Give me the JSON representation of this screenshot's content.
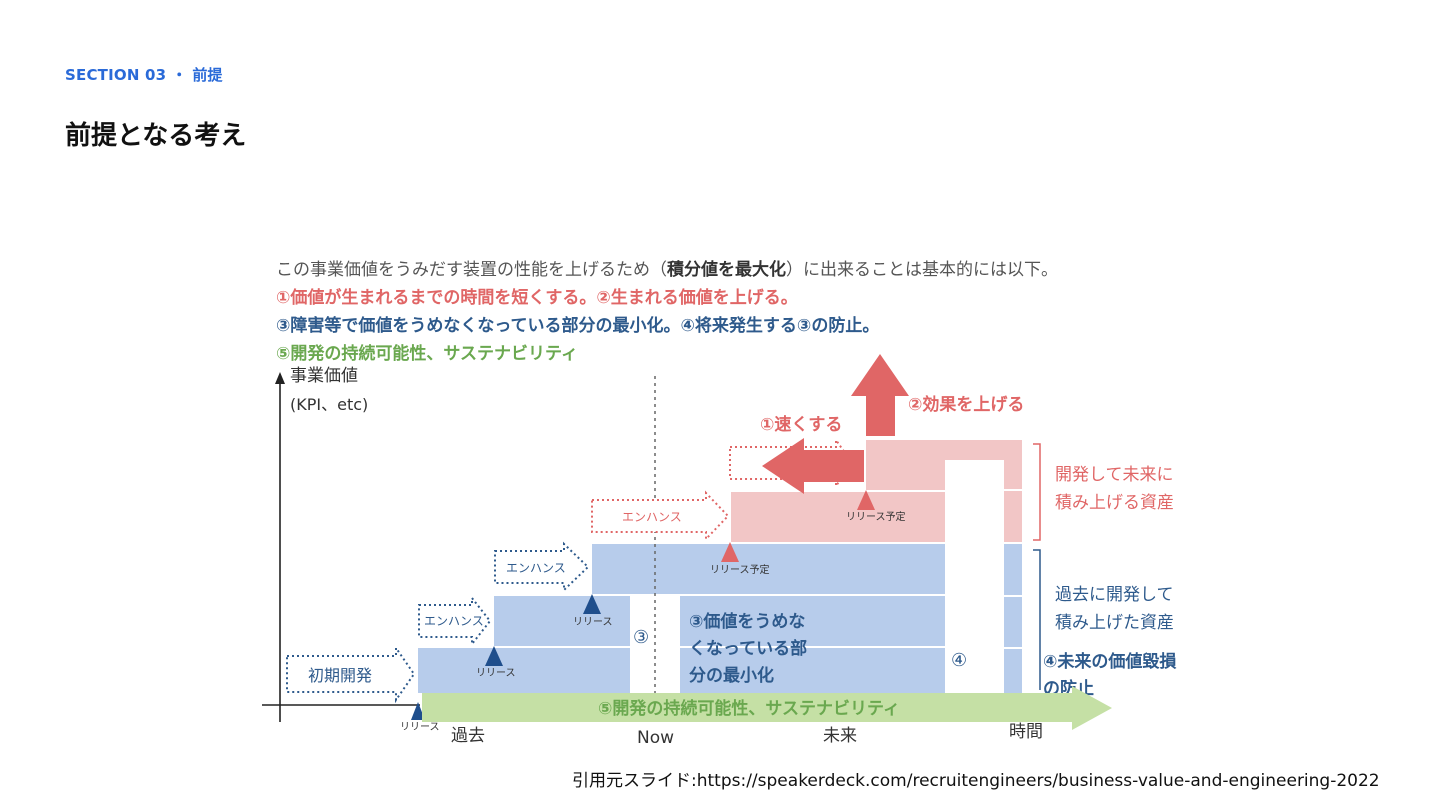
{
  "header": {
    "section_label": "SECTION 03 ・ 前提",
    "title": "前提となる考え"
  },
  "intro": {
    "line1_before": "この事業価値をうみだす装置の性能を上げるため（",
    "line1_bold": "積分値を最大化",
    "line1_after": "）に出来ることは基本的には以下。",
    "line2": "①価値が生まれるまでの時間を短くする。②生まれる価値を上げる。",
    "line3": "③障害等で価値をうめなくなっている部分の最小化。④将来発生する③の防止。",
    "line4": "⑤開発の持続可能性、サステナビリティ"
  },
  "diagram": {
    "y_axis_label": "事業価値",
    "y_axis_sublabel": "(KPI、etc)",
    "x_ticks": [
      "過去",
      "Now",
      "未来",
      "時間"
    ],
    "initial_dev": "初期開発",
    "enhance": "エンハンス",
    "release": "リリース",
    "release_planned": "リリース予定",
    "speed_up": "①速くする",
    "raise_effect": "②効果を上げる",
    "marker3": "③",
    "marker4": "④",
    "minimize_line1": "③価値をうめな",
    "minimize_line2": "くなっている部",
    "minimize_line3": "分の最小化",
    "future_assets_line1": "開発して未来に",
    "future_assets_line2": "積み上げる資産",
    "past_assets_line1": "過去に開発して",
    "past_assets_line2": "積み上げた資産",
    "prevent_line1": "④未来の価値毀損",
    "prevent_line2": "の防止",
    "sustainability": "⑤開発の持続可能性、サステナビリティ"
  },
  "citation": "引用元スライド:https://speakerdeck.com/recruitengineers/business-value-and-engineering-2022",
  "colors": {
    "accent_blue": "#2a6ad8",
    "value_red": "#e06666",
    "value_navy": "#2e5a8c",
    "value_green": "#6aa84f",
    "block_blue": "#b7cceb",
    "block_pink": "#f2c6c6",
    "bar_green": "#c5e0a5"
  }
}
